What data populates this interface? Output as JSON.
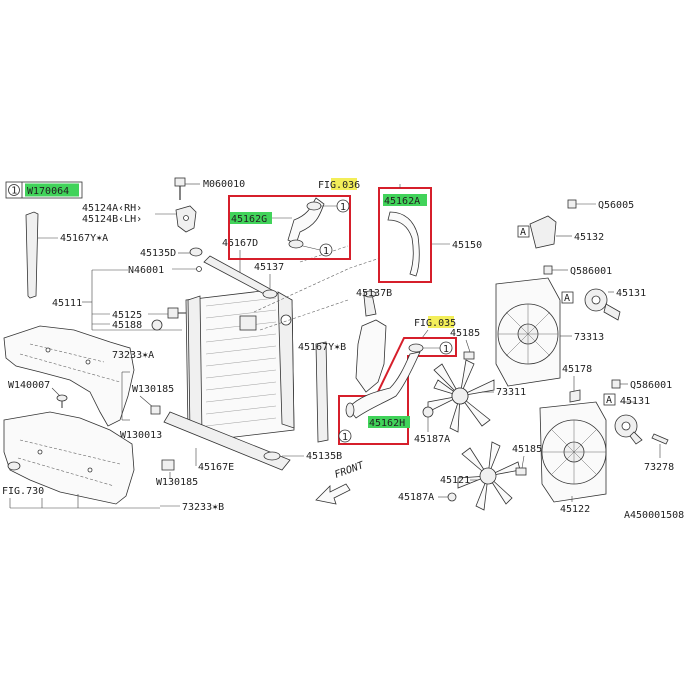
{
  "colors": {
    "highlight_box": "#d61f2b",
    "label_highlight_green": "#41d35a",
    "label_highlight_yellow": "#f3ee59",
    "line": "#333333"
  },
  "legend": {
    "circle_num": "1",
    "code": "W170064"
  },
  "labels": {
    "m060010": "M060010",
    "fig036": "FIG.036",
    "p45162a": "45162A",
    "p45162g": "45162G",
    "p45150": "45150",
    "p45124a": "45124A‹RH›",
    "p45124b": "45124B‹LH›",
    "p45167ya": "45167Y✶A",
    "p45135d": "45135D",
    "p45167d": "45167D",
    "n46001": "N46001",
    "p45137": "45137",
    "p45137b": "45137B",
    "p45111": "45111",
    "p45125": "45125",
    "p45188": "45188",
    "fig035": "FIG.035",
    "p45185a": "45185",
    "p45167yb": "45167Y✶B",
    "p73233a": "73233✶A",
    "w140007": "W140007",
    "w130185a": "W130185",
    "w130013": "W130013",
    "w130185b": "W130185",
    "p45162h": "45162H",
    "p45187a_1": "45187A",
    "p45135b": "45135B",
    "p45167e": "45167E",
    "fig730": "FIG.730",
    "p73233b": "73233✶B",
    "p45121": "45121",
    "p45187a_2": "45187A",
    "p73311": "73311",
    "q56005": "Q56005",
    "a_box1": "A",
    "p45132": "45132",
    "q586001a": "Q586001",
    "a_box2": "A",
    "p45131a": "45131",
    "p73313": "73313",
    "p45178": "45178",
    "q586001b": "Q586001",
    "a_box3": "A",
    "p45131b": "45131",
    "p45185b": "45185",
    "p73278": "73278",
    "p45122": "45122",
    "front": "FRONT",
    "drawing_no": "A450001508",
    "circle_1": "1"
  }
}
